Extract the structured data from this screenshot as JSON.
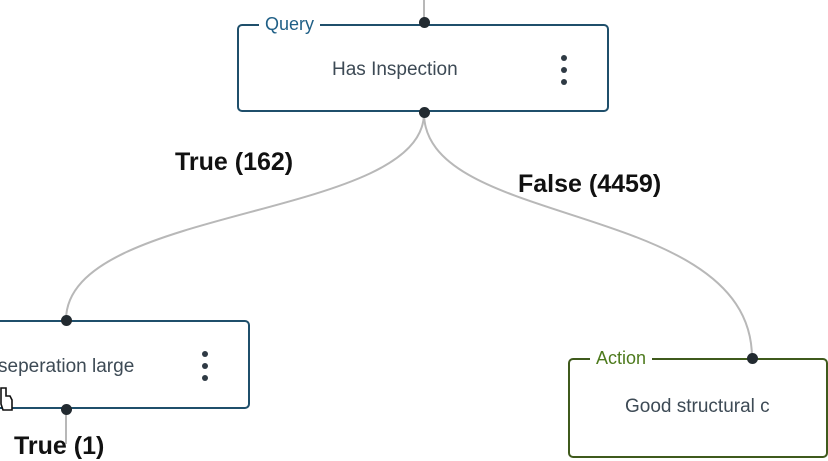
{
  "colors": {
    "query_border": "#1f4f6b",
    "query_tag": "#1f5f86",
    "action_border": "#3f5a1c",
    "action_tag": "#4d7a1d",
    "edge": "#b8b8b8",
    "port": "#222a30"
  },
  "nodes": {
    "top_query": {
      "tag": "Query",
      "label": "Has Inspection",
      "menu_icon": "more-vertical-icon"
    },
    "left_query": {
      "label": "seperation large",
      "menu_icon": "more-vertical-icon"
    },
    "right_action": {
      "tag": "Action",
      "label": "Good structural c"
    }
  },
  "branches": {
    "true_label": "True (162)",
    "false_label": "False (4459)",
    "bottom_partial": "True (1)"
  },
  "cursor": {
    "icon": "hand-cursor-icon"
  }
}
